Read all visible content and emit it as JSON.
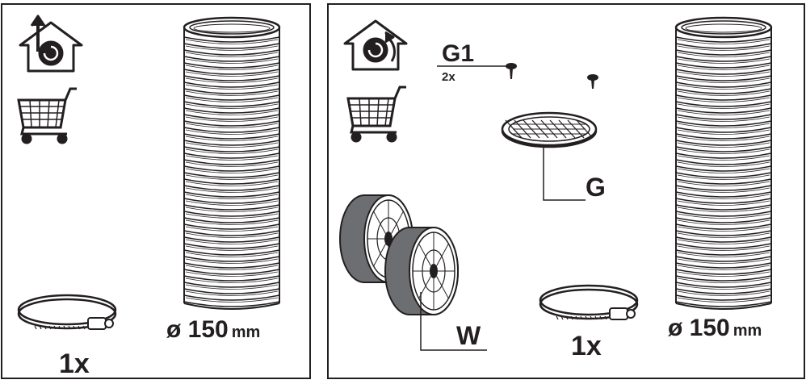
{
  "left_panel": {
    "hose_diameter_value": "ø 150",
    "hose_diameter_unit": "mm",
    "clamp_qty": "1x",
    "icons": [
      "ducted-house-icon",
      "shopping-cart-icon",
      "flexible-hose-icon",
      "hose-clamp-icon"
    ]
  },
  "right_panel": {
    "screw_label": "G1",
    "screw_qty": "2x",
    "grille_label": "G",
    "filter_label": "W",
    "clamp_qty": "1x",
    "hose_diameter_value": "ø 150",
    "hose_diameter_unit": "mm",
    "icons": [
      "recirculation-house-icon",
      "shopping-cart-icon",
      "screw-icon",
      "round-grille-icon",
      "carbon-filter-icon",
      "hose-clamp-icon",
      "flexible-hose-icon"
    ]
  },
  "colors": {
    "line": "#231f20",
    "filter_gray": "#6d6e71",
    "white": "#ffffff"
  }
}
